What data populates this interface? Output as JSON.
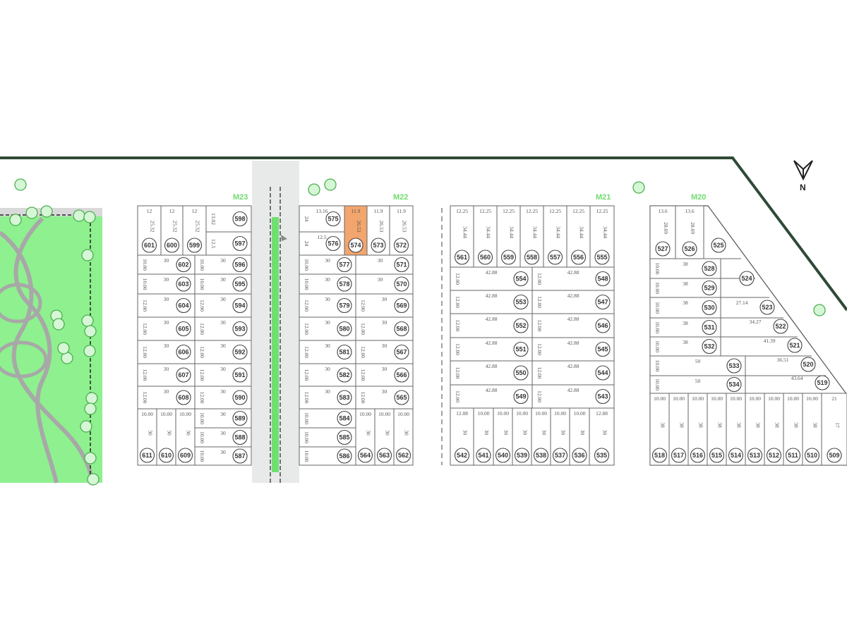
{
  "map": {
    "north_label": "N",
    "colors": {
      "park": "#8ef08e",
      "selected_lot": "#f2a56c",
      "boundary": "#2f4a36",
      "block_label": "#6fdc6f",
      "road": "#e8eaea"
    },
    "blocks": [
      {
        "label": "M23",
        "lots": [
          {
            "n": "601",
            "d": [
              "12",
              "25.32"
            ]
          },
          {
            "n": "600",
            "d": [
              "12",
              "25.32"
            ]
          },
          {
            "n": "599",
            "d": [
              "12",
              "25.32"
            ]
          },
          {
            "n": "598",
            "d": [
              "13.02"
            ]
          },
          {
            "n": "597",
            "d": [
              "12.5"
            ]
          },
          {
            "n": "602",
            "d": [
              "10.00",
              "30"
            ]
          },
          {
            "n": "596",
            "d": [
              "10.00",
              "30"
            ]
          },
          {
            "n": "603",
            "d": [
              "10.00",
              "30"
            ]
          },
          {
            "n": "595",
            "d": [
              "10.00",
              "30"
            ]
          },
          {
            "n": "604",
            "d": [
              "12.00",
              "30"
            ]
          },
          {
            "n": "594",
            "d": [
              "12.00",
              "30"
            ]
          },
          {
            "n": "605",
            "d": [
              "12.00",
              "30"
            ]
          },
          {
            "n": "593",
            "d": [
              "12.00",
              "30"
            ]
          },
          {
            "n": "606",
            "d": [
              "12.00",
              "30"
            ]
          },
          {
            "n": "592",
            "d": [
              "12.00",
              "30"
            ]
          },
          {
            "n": "607",
            "d": [
              "12.00",
              "30"
            ]
          },
          {
            "n": "591",
            "d": [
              "12.00",
              "30"
            ]
          },
          {
            "n": "608",
            "d": [
              "12.00",
              "30"
            ]
          },
          {
            "n": "590",
            "d": [
              "12.00",
              "30"
            ]
          },
          {
            "n": "611",
            "d": [
              "10.00",
              "30"
            ]
          },
          {
            "n": "610",
            "d": [
              "10.00",
              "30"
            ]
          },
          {
            "n": "609",
            "d": [
              "10.00",
              "30"
            ]
          },
          {
            "n": "589",
            "d": [
              "10.00",
              "30"
            ]
          },
          {
            "n": "588",
            "d": [
              "10.00",
              "30"
            ]
          },
          {
            "n": "587",
            "d": [
              "10.00",
              "30"
            ]
          }
        ]
      },
      {
        "label": "M22",
        "lots": [
          {
            "n": "575",
            "d": [
              "24",
              "13.16"
            ]
          },
          {
            "n": "576",
            "d": [
              "24",
              "12.5"
            ]
          },
          {
            "n": "574",
            "d": [
              "11.9",
              "26.53"
            ],
            "selected": true
          },
          {
            "n": "573",
            "d": [
              "11.9",
              "26.53"
            ]
          },
          {
            "n": "572",
            "d": [
              "11.9",
              "26.53"
            ]
          },
          {
            "n": "577",
            "d": [
              "10.00",
              "30"
            ]
          },
          {
            "n": "571",
            "d": [
              "30"
            ]
          },
          {
            "n": "578",
            "d": [
              "10.00",
              "30"
            ]
          },
          {
            "n": "570",
            "d": [
              "30"
            ]
          },
          {
            "n": "579",
            "d": [
              "12.00",
              "30"
            ]
          },
          {
            "n": "569",
            "d": [
              "12.00",
              "30"
            ]
          },
          {
            "n": "580",
            "d": [
              "12.00",
              "30"
            ]
          },
          {
            "n": "568",
            "d": [
              "12.00",
              "30"
            ]
          },
          {
            "n": "581",
            "d": [
              "12.00",
              "30"
            ]
          },
          {
            "n": "567",
            "d": [
              "12.00",
              "30"
            ]
          },
          {
            "n": "582",
            "d": [
              "12.00",
              "30"
            ]
          },
          {
            "n": "566",
            "d": [
              "12.00",
              "30"
            ]
          },
          {
            "n": "583",
            "d": [
              "12.00",
              "30"
            ]
          },
          {
            "n": "565",
            "d": [
              "12.00",
              "30"
            ]
          },
          {
            "n": "584",
            "d": [
              "10.00"
            ]
          },
          {
            "n": "585",
            "d": [
              "10.00"
            ]
          },
          {
            "n": "586",
            "d": [
              "10.00"
            ]
          },
          {
            "n": "564",
            "d": [
              "10.00",
              "30"
            ]
          },
          {
            "n": "563",
            "d": [
              "10.00",
              "30"
            ]
          },
          {
            "n": "562",
            "d": [
              "10.00",
              "30"
            ]
          }
        ]
      },
      {
        "label": "M21",
        "lots": [
          {
            "n": "561",
            "d": [
              "12.25",
              "34.44"
            ]
          },
          {
            "n": "560",
            "d": [
              "12.25",
              "34.44"
            ]
          },
          {
            "n": "559",
            "d": [
              "12.25",
              "34.44"
            ]
          },
          {
            "n": "558",
            "d": [
              "12.25",
              "34.44"
            ]
          },
          {
            "n": "557",
            "d": [
              "12.25",
              "34.44"
            ]
          },
          {
            "n": "556",
            "d": [
              "12.25",
              "34.44"
            ]
          },
          {
            "n": "555",
            "d": [
              "12.25",
              "34.44"
            ]
          },
          {
            "n": "554",
            "d": [
              "12.00",
              "42.88"
            ]
          },
          {
            "n": "548",
            "d": [
              "12.00",
              "42.88"
            ]
          },
          {
            "n": "553",
            "d": [
              "12.00",
              "42.88"
            ]
          },
          {
            "n": "547",
            "d": [
              "12.00",
              "42.88"
            ]
          },
          {
            "n": "552",
            "d": [
              "12.00",
              "42.88"
            ]
          },
          {
            "n": "546",
            "d": [
              "12.00",
              "42.88"
            ]
          },
          {
            "n": "551",
            "d": [
              "12.00",
              "42.88"
            ]
          },
          {
            "n": "545",
            "d": [
              "12.00",
              "42.88"
            ]
          },
          {
            "n": "550",
            "d": [
              "12.00",
              "42.88"
            ]
          },
          {
            "n": "544",
            "d": [
              "12.00",
              "42.88"
            ]
          },
          {
            "n": "549",
            "d": [
              "12.00",
              "42.88"
            ]
          },
          {
            "n": "543",
            "d": [
              "12.00",
              "42.88"
            ]
          },
          {
            "n": "542",
            "d": [
              "12.88",
              "30"
            ]
          },
          {
            "n": "541",
            "d": [
              "10.00",
              "30"
            ]
          },
          {
            "n": "540",
            "d": [
              "10.00",
              "30"
            ]
          },
          {
            "n": "539",
            "d": [
              "10.00",
              "30"
            ]
          },
          {
            "n": "538",
            "d": [
              "10.00",
              "30"
            ]
          },
          {
            "n": "537",
            "d": [
              "10.00",
              "30"
            ]
          },
          {
            "n": "536",
            "d": [
              "10.00",
              "30"
            ]
          },
          {
            "n": "535",
            "d": [
              "12.88",
              "30"
            ]
          }
        ]
      },
      {
        "label": "M20",
        "lots": [
          {
            "n": "527",
            "d": [
              "13.6",
              "28.69"
            ]
          },
          {
            "n": "526",
            "d": [
              "13.6",
              "28.69"
            ]
          },
          {
            "n": "525",
            "d": []
          },
          {
            "n": "528",
            "d": [
              "10.00",
              "38"
            ]
          },
          {
            "n": "524",
            "d": []
          },
          {
            "n": "529",
            "d": [
              "10.00",
              "38"
            ]
          },
          {
            "n": "523",
            "d": [
              "27.14"
            ]
          },
          {
            "n": "530",
            "d": [
              "10.00",
              "38"
            ]
          },
          {
            "n": "522",
            "d": [
              "34.27"
            ]
          },
          {
            "n": "531",
            "d": [
              "10.00",
              "38"
            ]
          },
          {
            "n": "521",
            "d": [
              "41.39"
            ]
          },
          {
            "n": "532",
            "d": [
              "10.00",
              "38"
            ]
          },
          {
            "n": "533",
            "d": [
              "10.00",
              "50"
            ]
          },
          {
            "n": "520",
            "d": [
              "36.51"
            ]
          },
          {
            "n": "534",
            "d": [
              "10.00",
              "50"
            ]
          },
          {
            "n": "519",
            "d": [
              "43.64"
            ]
          },
          {
            "n": "518",
            "d": [
              "10.00",
              "38"
            ]
          },
          {
            "n": "517",
            "d": [
              "10.00",
              "38"
            ]
          },
          {
            "n": "516",
            "d": [
              "10.00",
              "38"
            ]
          },
          {
            "n": "515",
            "d": [
              "10.00",
              "38"
            ]
          },
          {
            "n": "514",
            "d": [
              "10.00",
              "38"
            ]
          },
          {
            "n": "513",
            "d": [
              "10.00",
              "38"
            ]
          },
          {
            "n": "512",
            "d": [
              "10.00",
              "38"
            ]
          },
          {
            "n": "511",
            "d": [
              "10.00",
              "38"
            ]
          },
          {
            "n": "510",
            "d": [
              "10.00",
              "38"
            ]
          },
          {
            "n": "509",
            "d": [
              "21",
              "17"
            ]
          }
        ]
      }
    ]
  }
}
